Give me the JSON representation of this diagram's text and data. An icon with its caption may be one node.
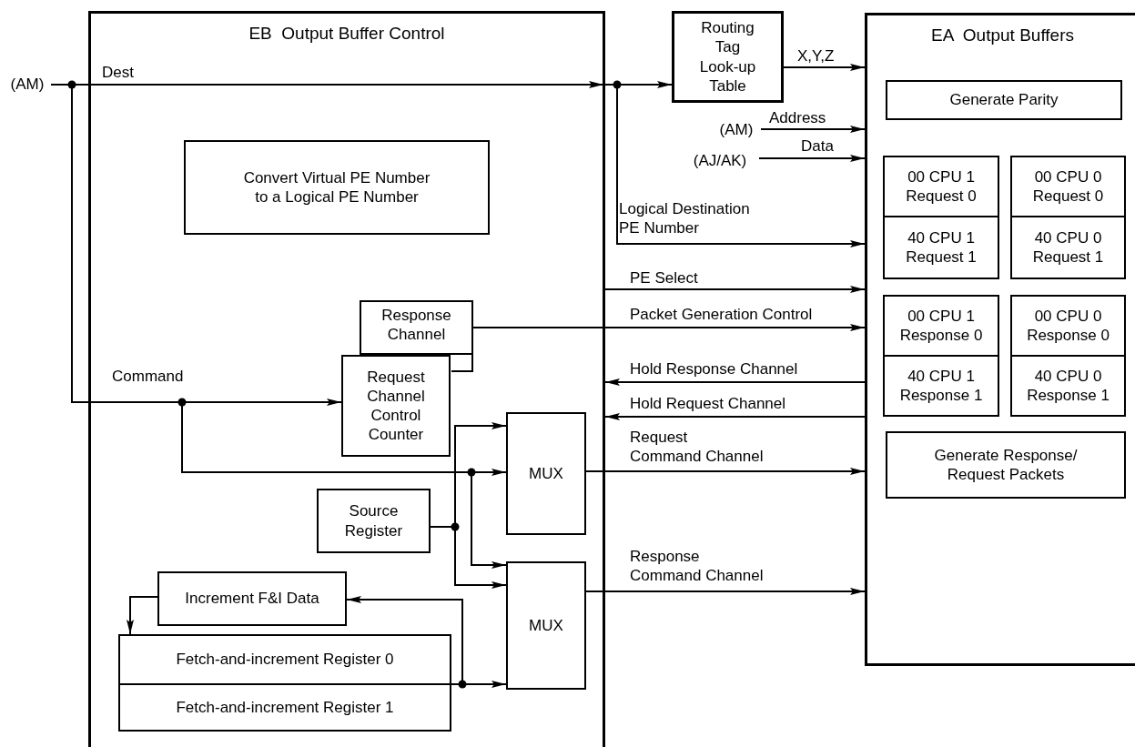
{
  "diagram": {
    "nodes": [
      {
        "text": [
          "EB  Output Buffer Control"
        ]
      },
      {
        "text": [
          "EA  Output Buffers"
        ]
      },
      {
        "text": [
          "(AM)"
        ]
      },
      {
        "text": [
          "Convert Virtual PE Number to a Logical PE Number"
        ],
        "in": 0
      },
      {
        "text": [
          "Response Channel"
        ],
        "in": 0
      },
      {
        "text": [
          "Request Channel Control Counter"
        ],
        "in": 0
      },
      {
        "text": [
          "Source Register"
        ],
        "in": 0
      },
      {
        "text": [
          "MUX"
        ],
        "in": 0
      },
      {
        "text": [
          "MUX"
        ],
        "in": 0
      },
      {
        "text": [
          "Increment F&I Data"
        ],
        "in": 0
      },
      {
        "text": [
          "Fetch-and-increment Register 0"
        ],
        "in": 0
      },
      {
        "text": [
          "Fetch-and-increment Register 1"
        ],
        "in": 0
      },
      {
        "text": [
          "Routing Tag Look-up Table"
        ]
      },
      {
        "text": [
          "(AM)"
        ]
      },
      {
        "text": [
          "(AJ/AK)"
        ]
      },
      {
        "text": [
          "Generate Parity"
        ],
        "in": 1
      },
      {
        "text": [
          "00 CPU 1 Request 0"
        ],
        "in": 1
      },
      {
        "text": [
          "00 CPU 0 Request 0"
        ],
        "in": 1
      },
      {
        "text": [
          "40 CPU 1 Request 1"
        ],
        "in": 1
      },
      {
        "text": [
          "40 CPU 0 Request 1"
        ],
        "in": 1
      },
      {
        "text": [
          "00 CPU 1 Response 0"
        ],
        "in": 1
      },
      {
        "text": [
          "00 CPU 0 Response 0"
        ],
        "in": 1
      },
      {
        "text": [
          "40 CPU 1 Response 1"
        ],
        "in": 1
      },
      {
        "text": [
          "40 CPU 0 Response 1"
        ],
        "in": 1
      },
      {
        "text": [
          "Generate Response/ Request Packets"
        ],
        "in": 1
      }
    ],
    "edges": [
      {
        "from": 2,
        "to": 12,
        "arrow": "to",
        "label": "Dest"
      },
      {
        "from": 2,
        "to": 1,
        "arrow": "to",
        "label": "Logical Destination PE Number"
      },
      {
        "from": 2,
        "to": 5,
        "arrow": "to",
        "label": "Command"
      },
      {
        "from": 2,
        "to": 7,
        "arrow": "to"
      },
      {
        "from": 2,
        "to": 8,
        "arrow": "to"
      },
      {
        "from": 6,
        "to": 7,
        "arrow": "to"
      },
      {
        "from": 6,
        "to": 8,
        "arrow": "to"
      },
      {
        "from": 10,
        "to": 8,
        "arrow": "to"
      },
      {
        "from": 10,
        "to": 9,
        "arrow": "to"
      },
      {
        "from": 9,
        "to": 10,
        "arrow": "to"
      },
      {
        "from": 12,
        "to": 1,
        "arrow": "to",
        "label": "X,Y,Z"
      },
      {
        "from": 13,
        "to": 1,
        "arrow": "to",
        "label": "Address"
      },
      {
        "from": 14,
        "to": 1,
        "arrow": "to",
        "label": "Data"
      },
      {
        "from": 0,
        "to": 1,
        "arrow": "to",
        "label": "PE Select"
      },
      {
        "from": 4,
        "to": 1,
        "arrow": "to",
        "label": "Packet Generation Control"
      },
      {
        "from": 1,
        "to": 0,
        "arrow": "to",
        "label": "Hold Response Channel"
      },
      {
        "from": 1,
        "to": 0,
        "arrow": "to",
        "label": "Hold Request Channel"
      },
      {
        "from": 7,
        "to": 1,
        "arrow": "to",
        "label": "Request Command Channel"
      },
      {
        "from": 8,
        "to": 1,
        "arrow": "to",
        "label": "Response Command Channel"
      }
    ]
  }
}
